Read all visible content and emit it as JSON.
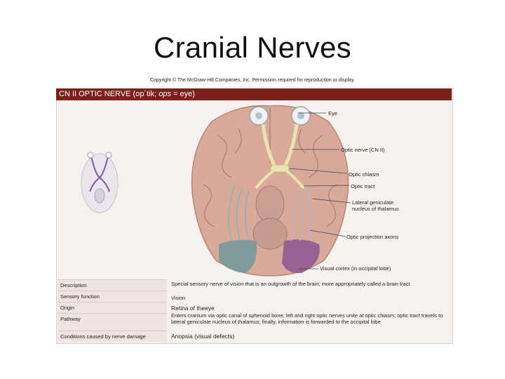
{
  "slide": {
    "title": "Cranial Nerves",
    "copyright": "Copyright © The McGraw-Hill Companies, Inc. Permission required for reproduction or display."
  },
  "header": {
    "prefix": "CN II OPTIC NERVE (op´tik; ",
    "ops": "ops",
    "suffix": " = eye)"
  },
  "labels": {
    "eye": "Eye",
    "optic_nerve": "Optic nerve (CN II)",
    "optic_chiasm": "Optic chiasm",
    "optic_tract": "Optic tract",
    "lgn_line1": "Lateral geniculate",
    "lgn_line2": "nucleus of thalamus",
    "projection": "Optic projection axons",
    "visual_cortex": "Visual cortex (in occipital lobe)"
  },
  "table": {
    "rows": [
      {
        "label": "Description",
        "value": "Special sensory nerve of vision that is an outgrowth of the brain; more appropriately called a brain tract"
      },
      {
        "label": "Sensory function",
        "value": "Vision"
      },
      {
        "label": "Origin",
        "value": "Retina of theeye"
      },
      {
        "label": "Pathway",
        "value": "Enters cranium via optic canal of sphenoid bone; left and right optic nerves unite at optic chiasm; optic tract travels to lateral geniculate nucleus of thalamus; finally, information is forwarded to the occipital lobe"
      },
      {
        "label": "Conditions caused by nerve damage",
        "value": "Anopsia (visual defects)"
      }
    ]
  },
  "colors": {
    "header_bar": "#7d1f1a",
    "brain": "#d9a99a",
    "nerve": "#e9e3b0",
    "cortex": "#8e5a92",
    "teal": "#6e9a9a"
  }
}
